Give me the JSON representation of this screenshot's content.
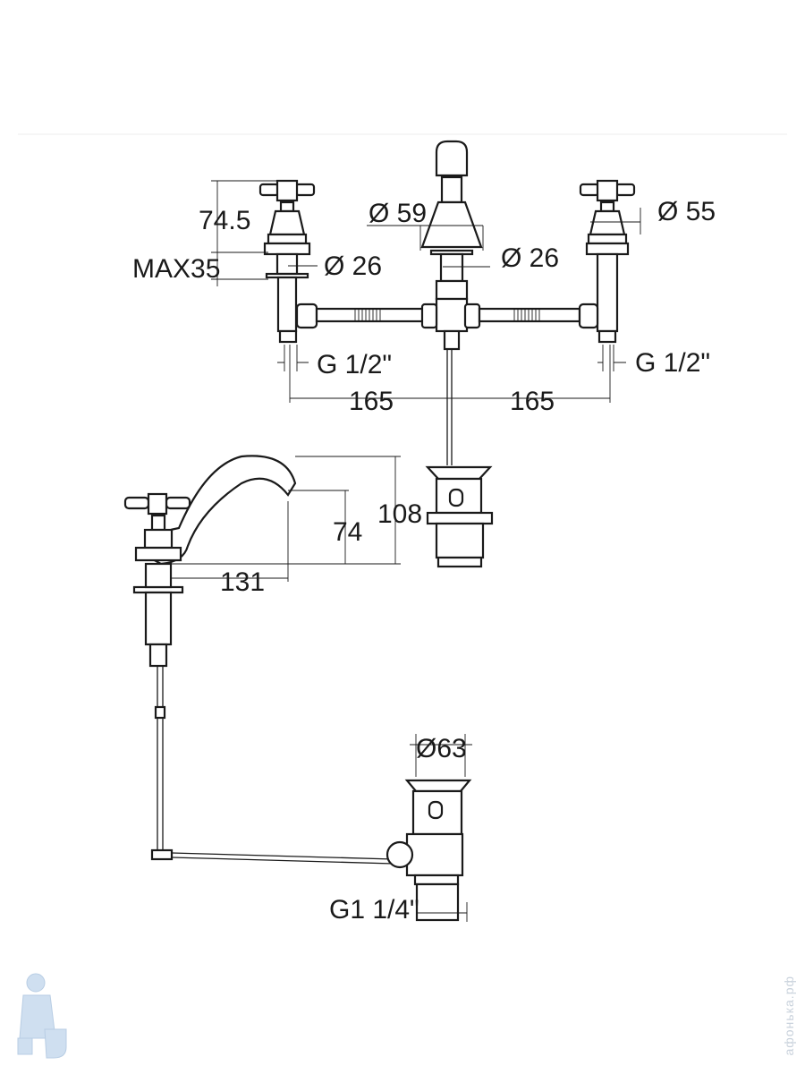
{
  "dimensions": {
    "handle_height": "74.5",
    "max_deck": "MAX35",
    "handle_stem_dia": "Ø 26",
    "spout_base_dia": "Ø 59",
    "spout_stem_dia": "Ø 26",
    "handle_base_dia": "Ø 55",
    "left_thread": "G 1/2\"",
    "right_thread": "G 1/2\"",
    "spacing_left": "165",
    "spacing_right": "165",
    "spout_height": "108",
    "outlet_height": "74",
    "spout_reach": "131",
    "waste_dia": "Ø63",
    "waste_thread": "G1 1/4\""
  },
  "watermark": "афонька.рф"
}
